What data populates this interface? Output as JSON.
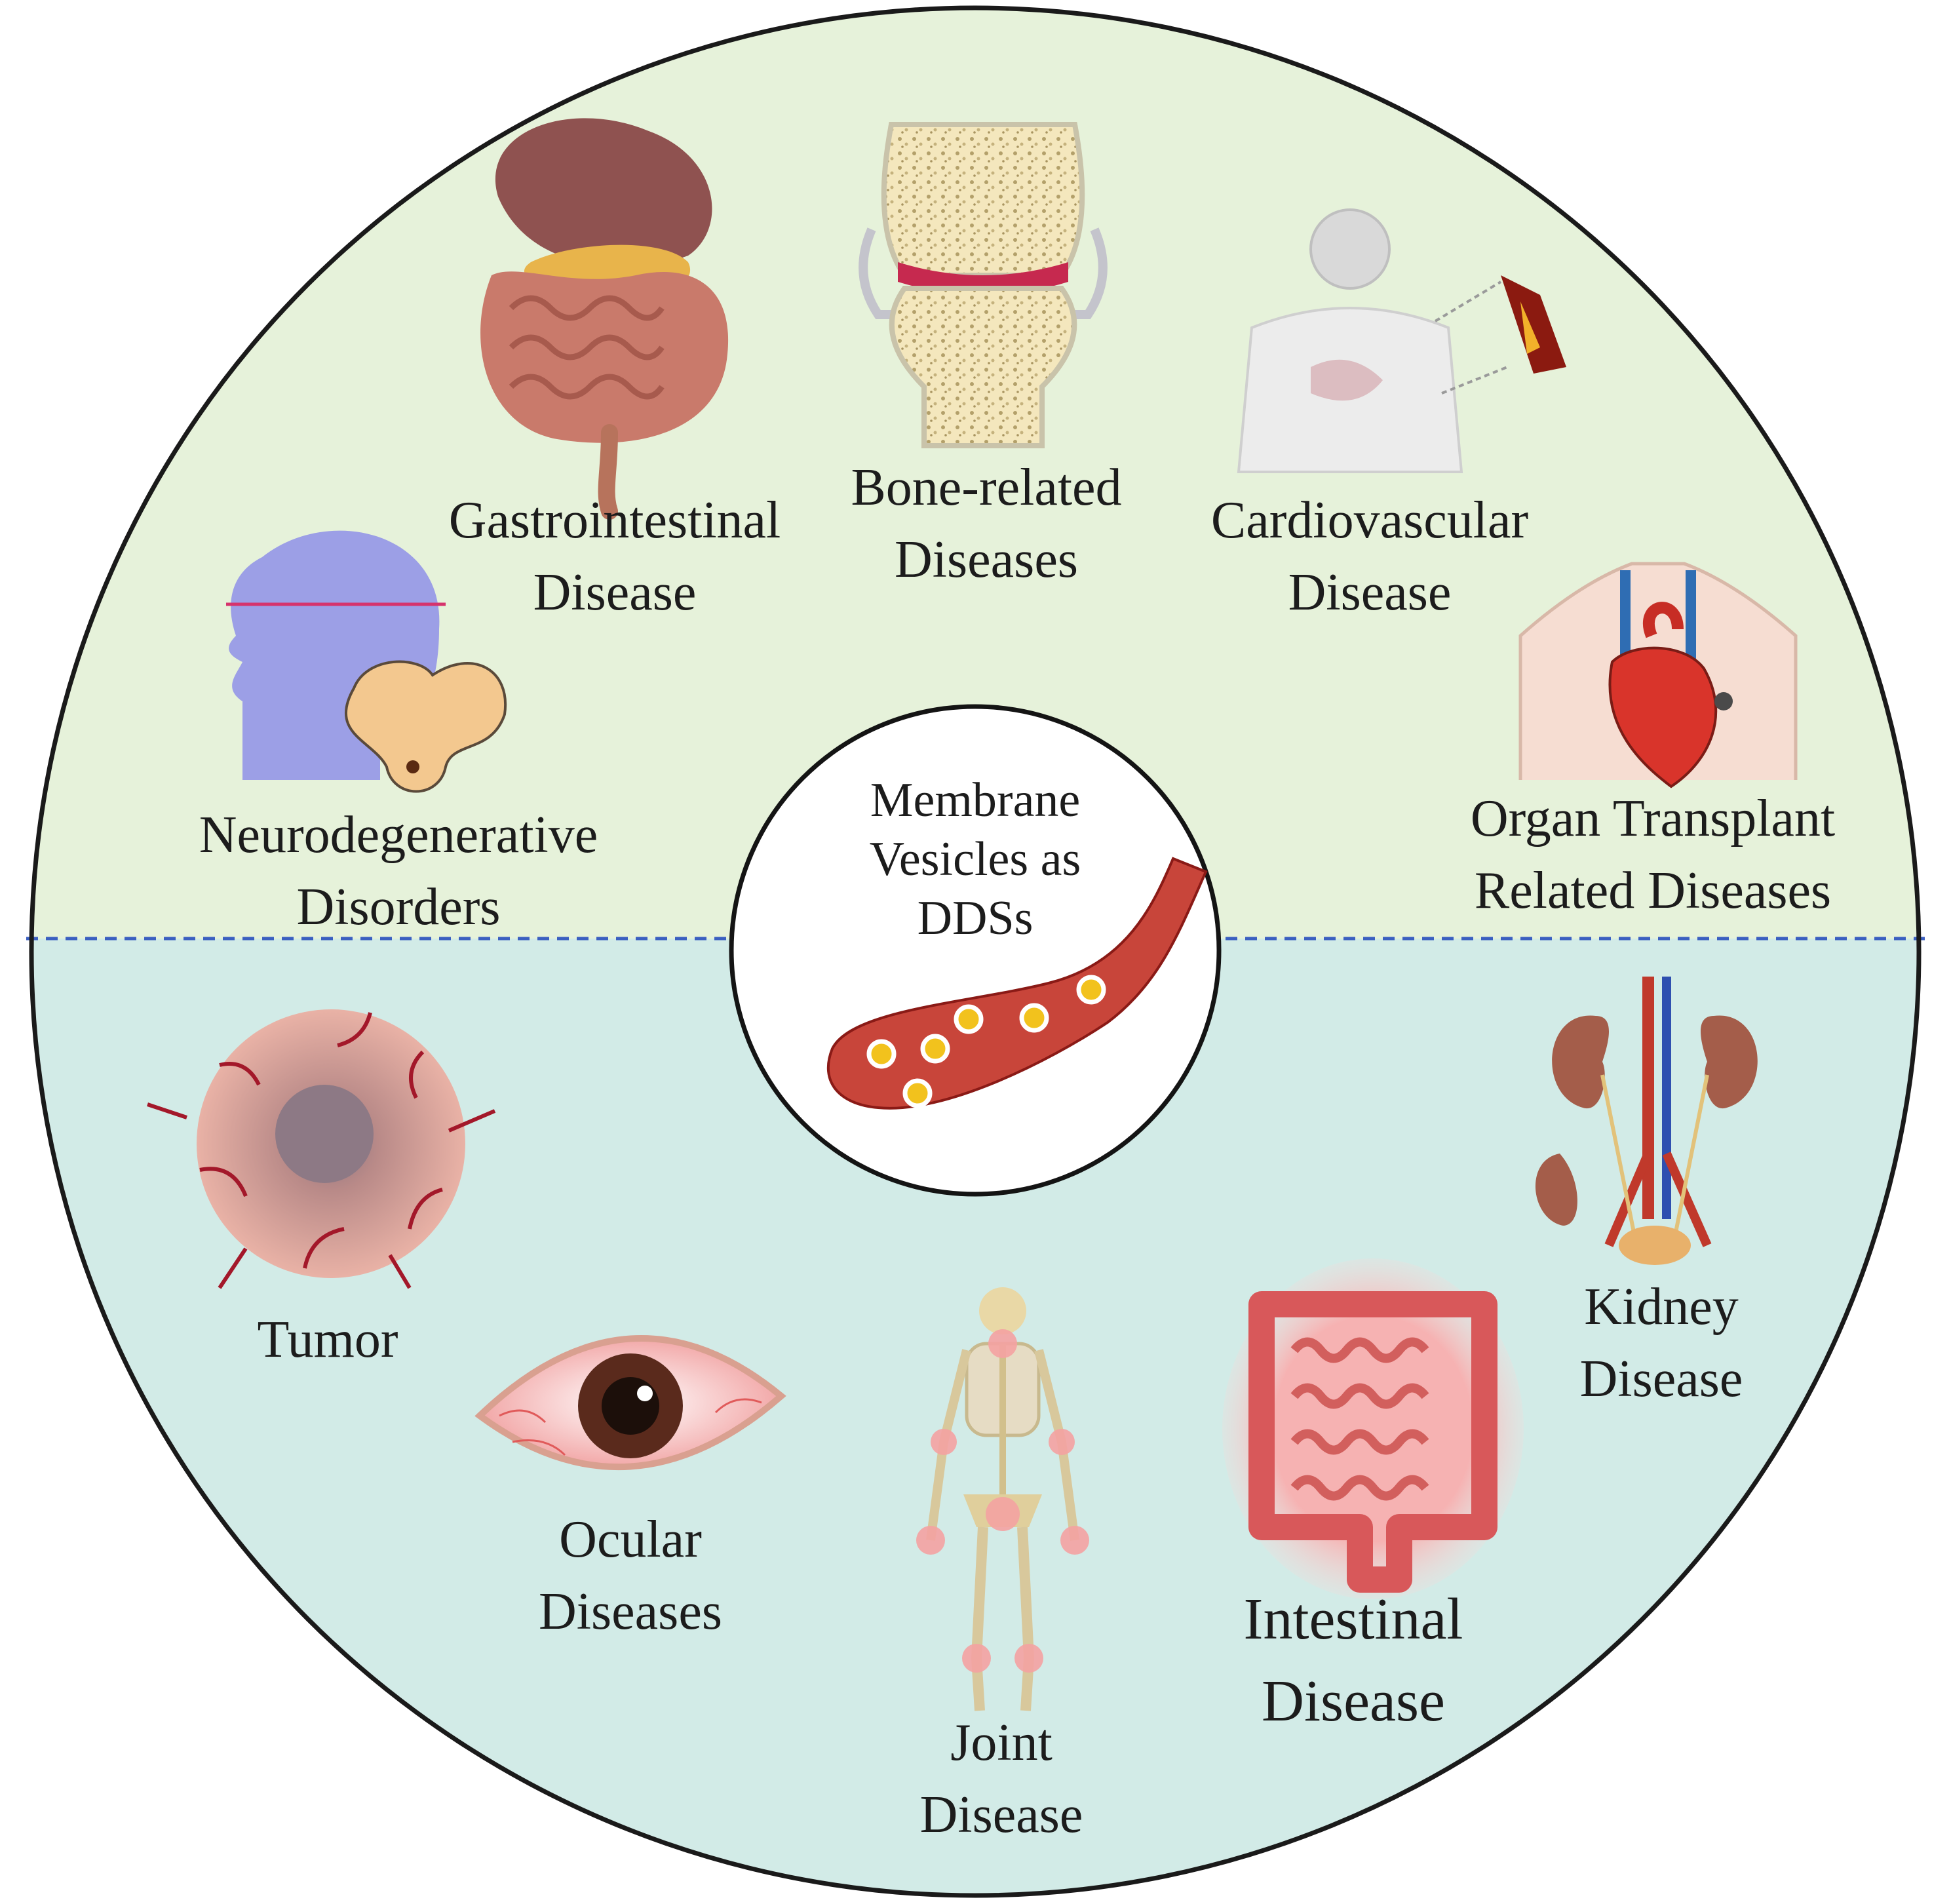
{
  "center": {
    "line1": "Membrane",
    "line2": "Vesicles as",
    "line3": "DDSs"
  },
  "labels": {
    "gastrointestinal": [
      "Gastrointestinal",
      "Disease"
    ],
    "bone": [
      "Bone-related",
      "Diseases"
    ],
    "cardiovascular": [
      "Cardiovascular",
      "Disease"
    ],
    "neuro": [
      "Neurodegenerative",
      "Disorders"
    ],
    "transplant": [
      "Organ Transplant",
      "Related Diseases"
    ],
    "tumor": [
      "Tumor"
    ],
    "ocular": [
      "Ocular",
      "Diseases"
    ],
    "joint": [
      "Joint",
      "Disease"
    ],
    "intestinal": [
      "Intestinal",
      "Disease"
    ],
    "kidney": [
      "Kidney",
      "Disease"
    ]
  },
  "colors": {
    "upper_half": "#e6f2da",
    "lower_half": "#d2ebe7",
    "outline": "#1a1a1a",
    "divider": "#3b5fc0",
    "vessel": "#c8453a",
    "vesicle": "#f2c21d"
  },
  "icons": {
    "gastrointestinal": "digestive-system-icon",
    "bone": "knee-joint-icon",
    "cardiovascular": "human-artery-icon",
    "neuro": "head-brain-icon",
    "transplant": "chest-heart-icon",
    "tumor": "tumor-icon",
    "ocular": "red-eye-icon",
    "joint": "skeleton-icon",
    "intestinal": "intestine-icon",
    "kidney": "kidney-urinary-icon",
    "center": "blood-vessel-vesicles-icon"
  }
}
